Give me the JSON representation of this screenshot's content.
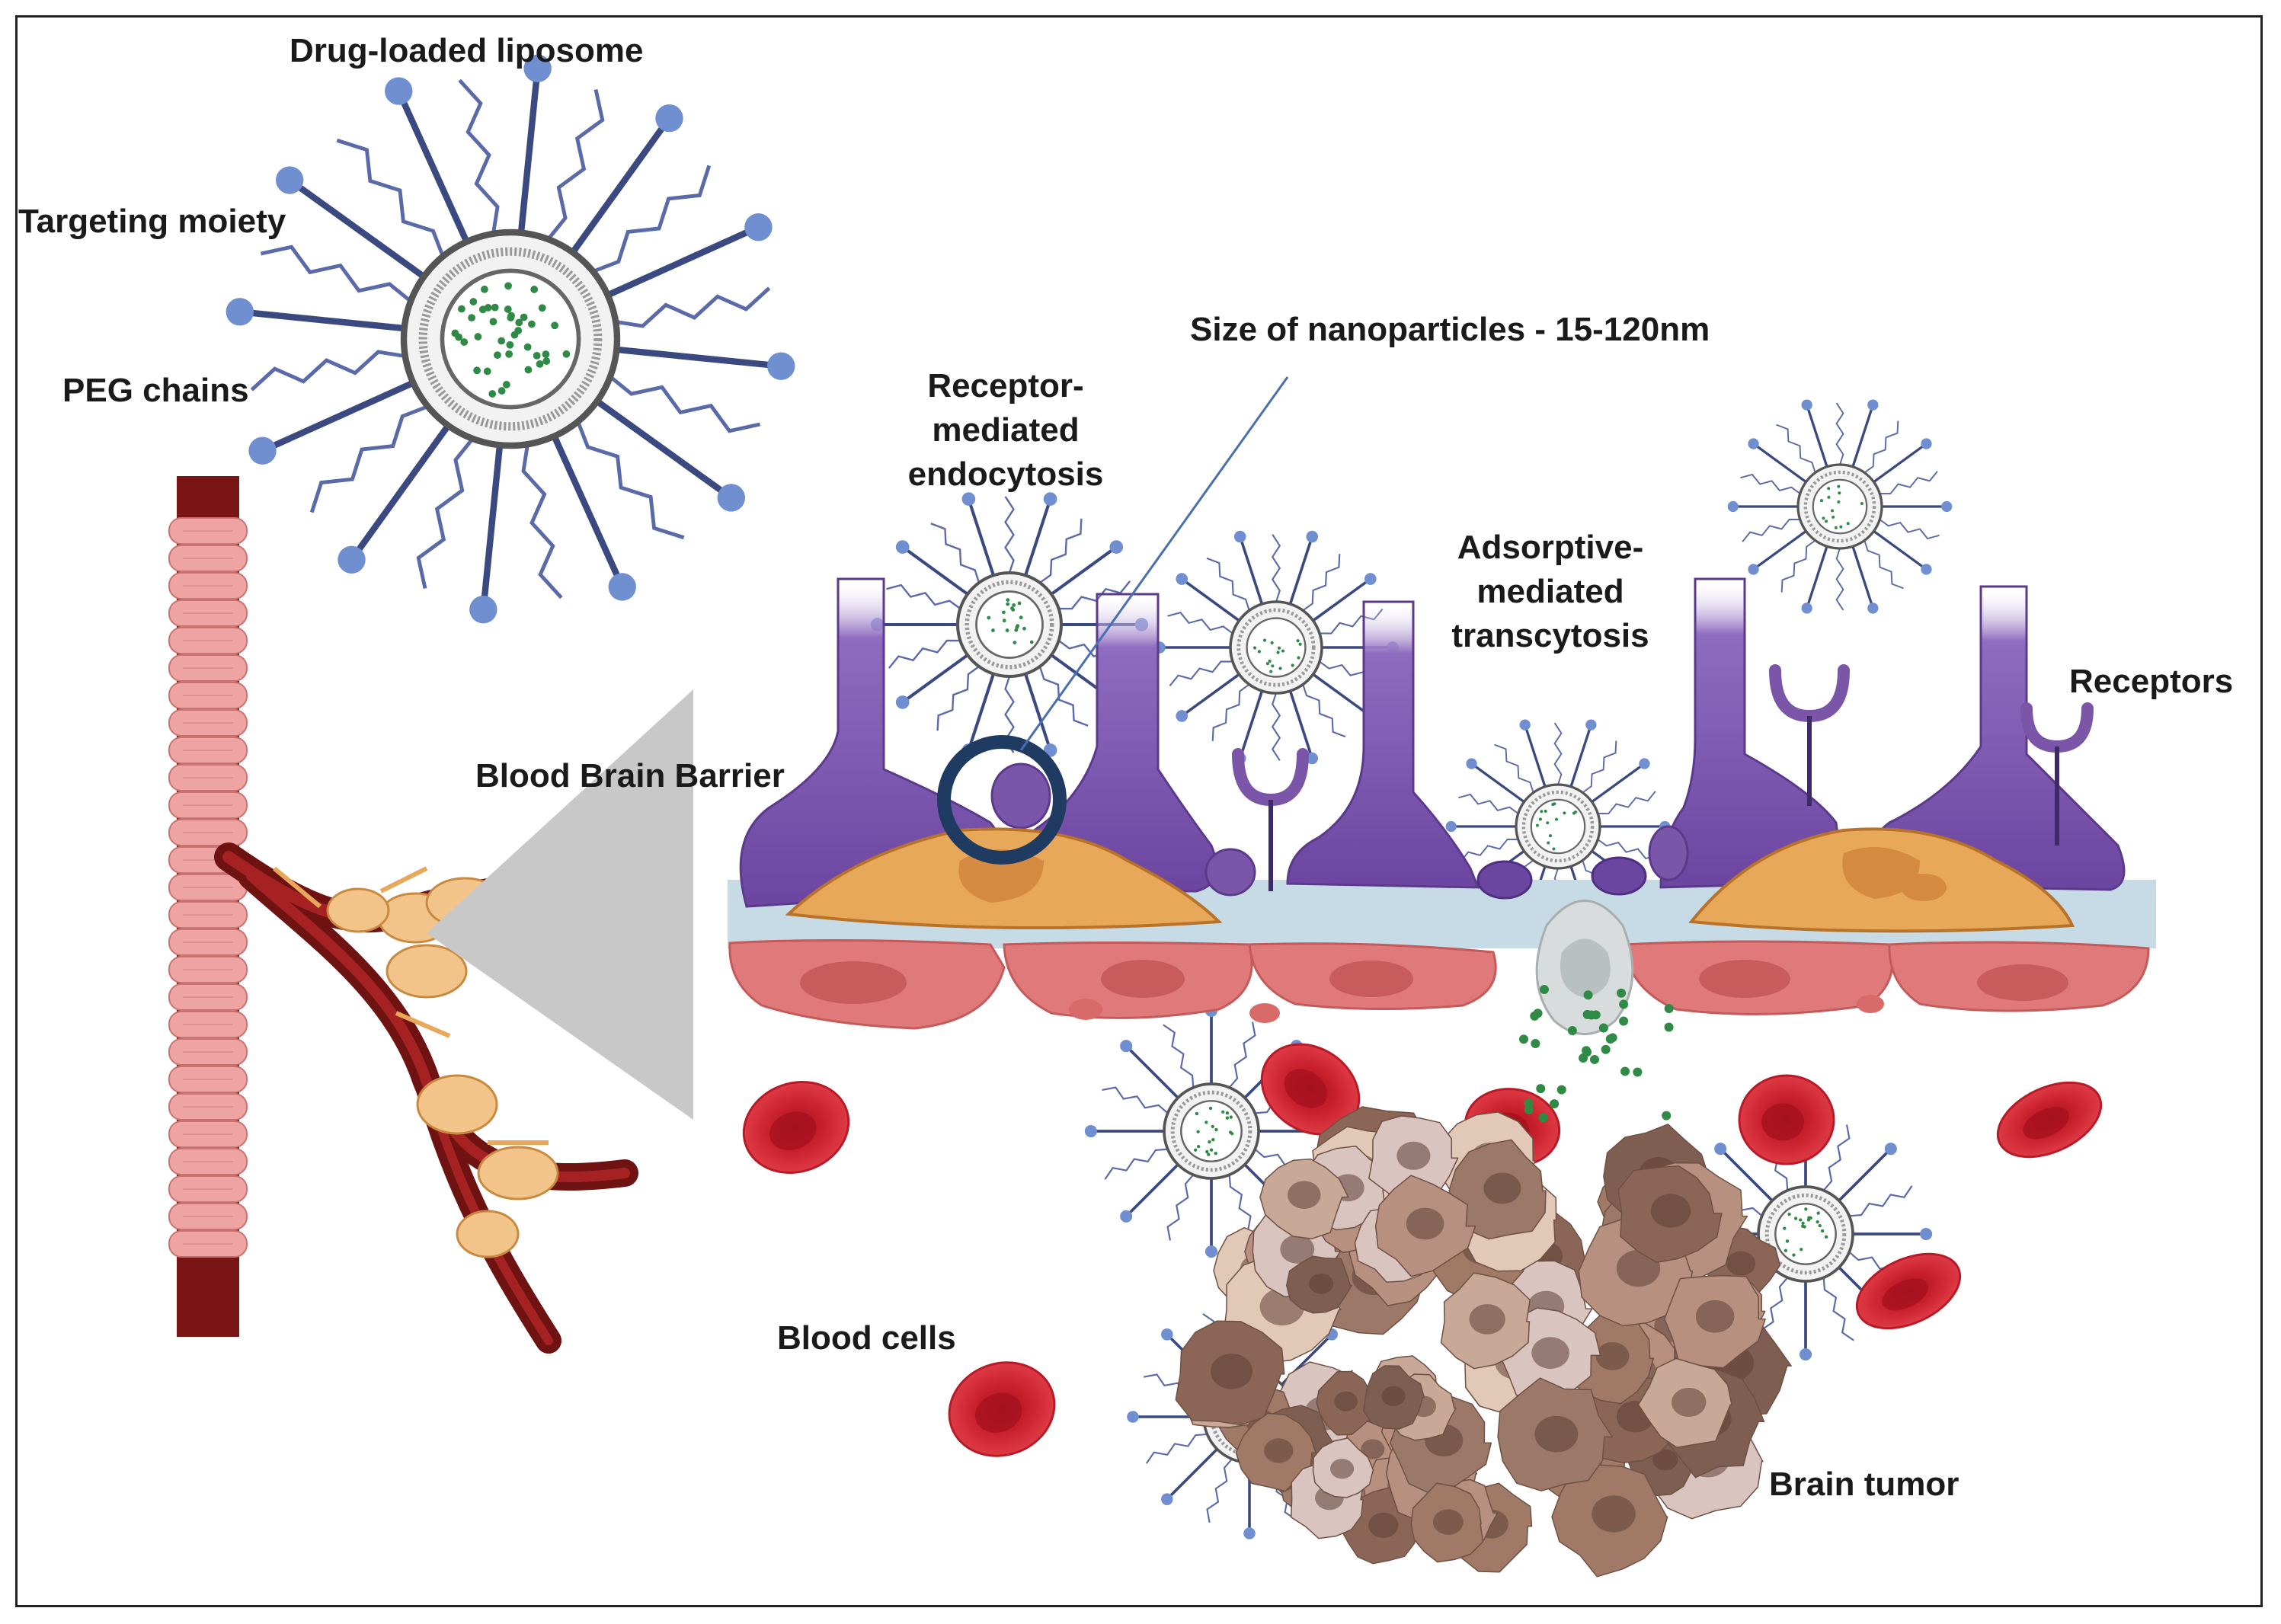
{
  "labels": {
    "drug_loaded_liposome": "Drug-loaded liposome",
    "targeting_moiety": "Targeting moiety",
    "peg_chains": "PEG chains",
    "size_of_nanoparticles": "Size of nanoparticles - 15-120nm",
    "receptor_mediated_endocytosis_1": "Receptor-",
    "receptor_mediated_endocytosis_2": "mediated",
    "receptor_mediated_endocytosis_3": "endocytosis",
    "adsorptive_mediated_transcytosis_1": "Adsorptive-",
    "adsorptive_mediated_transcytosis_2": "mediated",
    "adsorptive_mediated_transcytosis_3": "transcytosis",
    "receptors": "Receptors",
    "blood_brain_barrier": "Blood Brain Barrier",
    "blood_cells": "Blood cells",
    "brain_tumor": "Brain tumor"
  },
  "colors": {
    "astrocyte_purple": "#7b55a8",
    "astrocyte_dark": "#5b3a8c",
    "endothelial_orange": "#e8a85a",
    "basement_membrane": "#c7dbe6",
    "endothelial_red": "#e07a7a",
    "red_blood_cell": "#d32a36",
    "ligand_blue": "#6f8fd0",
    "drug_green": "#2f8a45",
    "vessel_pink": "#e79a98",
    "vessel_dark": "#7a1515",
    "tumor_brown": "#9c7868"
  }
}
